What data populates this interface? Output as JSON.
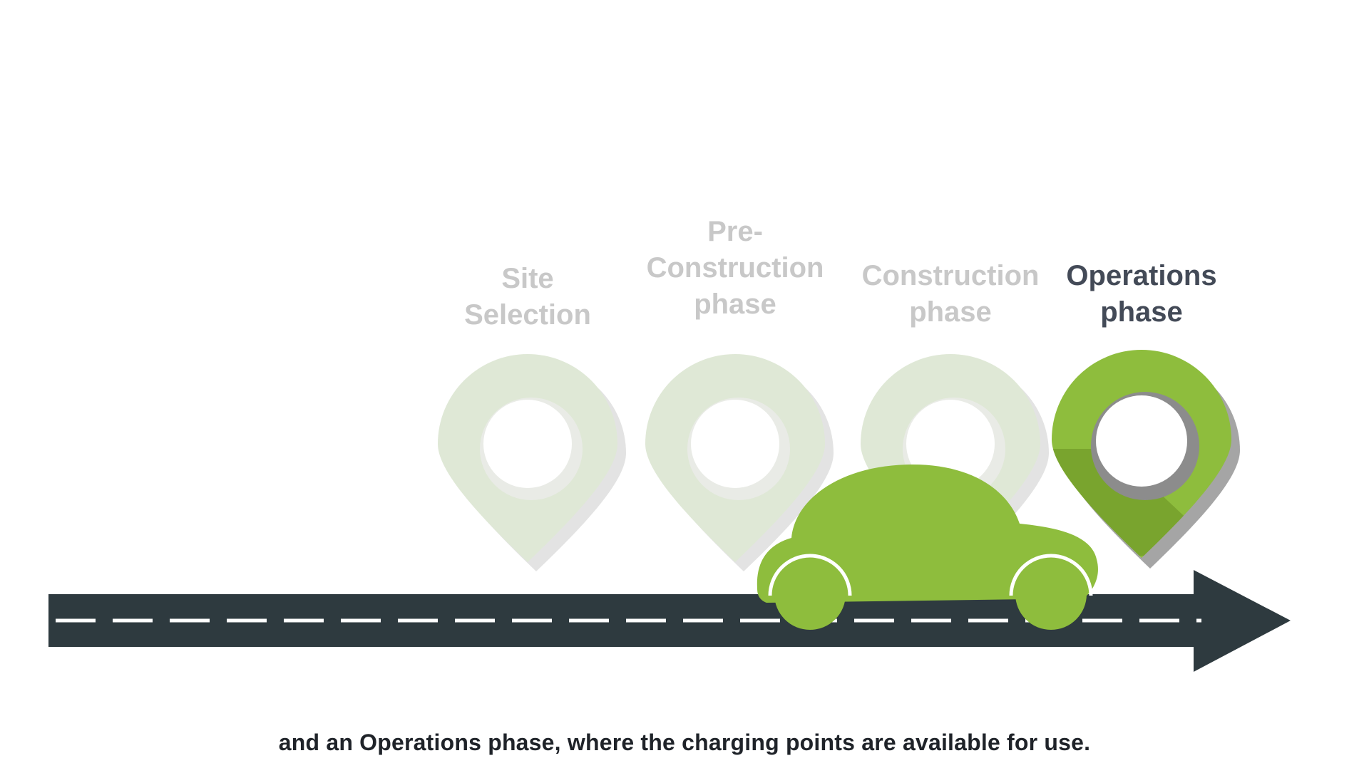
{
  "phases": [
    {
      "label": "Site\nSelection",
      "active": false
    },
    {
      "label": "Pre-\nConstruction\nphase",
      "active": false
    },
    {
      "label": "Construction\nphase",
      "active": false
    },
    {
      "label": "Operations\nphase",
      "active": true
    }
  ],
  "caption": "and an Operations phase, where the charging points are available for use.",
  "colors": {
    "road": "#2e3a3f",
    "road_dash": "#ffffff",
    "pin_active": "#8ebd3d",
    "pin_active_dark": "#79a42e",
    "pin_inactive": "#dfe8d6",
    "pin_shadow": "#bbbbbb",
    "car": "#8ebd3d",
    "label_inactive": "#c8c8c8",
    "label_active": "#434a57"
  }
}
